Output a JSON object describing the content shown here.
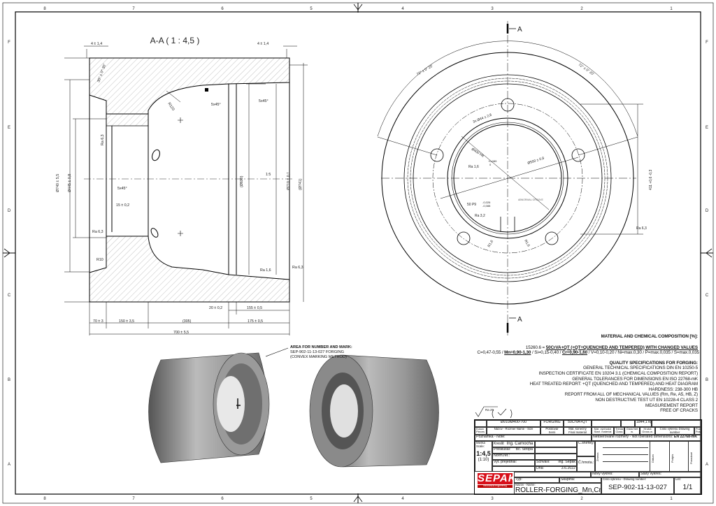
{
  "frame": {
    "zones_top": [
      "8",
      "7",
      "6",
      "5",
      "4",
      "3",
      "2",
      "1"
    ],
    "zones_side": [
      "F",
      "E",
      "D",
      "C",
      "B",
      "A"
    ]
  },
  "section_view": {
    "title": "A-A ( 1 : 4,5 )",
    "dims": {
      "chamfer_left": "4 ± 1,4",
      "chamfer_right": "4 ± 1,4",
      "angle": "30° ± 0° 30'",
      "r120": "R120",
      "c5x45_a": "5x45°",
      "c5x45_b": "5x45°",
      "c5x45_c": "5x45°",
      "d740": "Ø740 ± 5,5",
      "d445": "Ø445 ± 0,8",
      "d690": "(Ø690)",
      "d710": "Ø710 ± 0,1",
      "d741": "(Ø741)",
      "taper": "1:5",
      "w15": "15 ± 0,2",
      "r10": "R10",
      "ra63_a": "Ra 6,3",
      "ra63_b": "Ra 6,3",
      "ra63_c": "Ra 6,3",
      "ra16": "Ra 1,6",
      "w20": "20 ± 0,2",
      "w155": "155 ± 0,5",
      "w70": "70 ± 3",
      "w150": "150 ± 3,5",
      "w305": "(305)",
      "w175": "175 ± 0,5",
      "w700": "700 ± 5,5"
    }
  },
  "front_view": {
    "section_label_top": "A",
    "section_label_bottom": "A",
    "dims": {
      "angle_left": "72° ± 0° 20'",
      "angle_right": "72° ± 0° 20'",
      "holes": "3x Ø44 ± 2,8",
      "bore": "Ø400 H8",
      "bore_tol_upper": "+0,089",
      "bore_tol_lower": "0",
      "pcd": "Ø550 ± 0,8",
      "ra16": "Ra 1,6",
      "key": "50 P9",
      "key_tol_upper": "-0,026",
      "key_tol_lower": "-0,088",
      "groove": "ABNORMAL GROOVE",
      "ra32": "Ra 3,2",
      "r1a": "R1,6",
      "r1b": "R1,6",
      "h411": "411 +0,6 -0,3",
      "ra63": "Ra 6,3"
    }
  },
  "mark_note": {
    "title": "AREA FOR NUMBER AND MARK:",
    "line1": "SEP-902-11-13-027 FORGING",
    "line2": "(CONVEX MARKING METHOD)"
  },
  "notes": {
    "material_title": "MATERIAL AND CHEMICAL COMPOSITION [%]:",
    "material_prefix": "15260.6 = ",
    "material_line": "50CrVA+QT (+QT=QUENCHED AND TEMPERED) WITH CHANGED VALUES",
    "comp_1": "C=0,47-0,55 / ",
    "comp_mn": "Mn=0,90-1,30",
    "comp_2": " / Si=0,15-0,40 / ",
    "comp_cr": "Cr=0,90-1,60",
    "comp_3": " / V=0,10-0,20 / Ni=max.0,30 / P=max.0,035 / S=max.0,035",
    "quality_title": "QUALITY SPECIFICATIONS FOR FORGING:",
    "quality": [
      "GENERAL TECHNICAL SPECIFICATIONS DIN EN 10250-5",
      "INSPECTION CERTIFICATE EN 10204 3.1 (CHEMICAL COMPOSITION REPORT)",
      "GENERAL TOLERANCES FOR DIMENSIONS EN ISO 22768-mK",
      "HEAT TREATED REPORT: +QT (QUENCHED AND TEMPERED) AND HEAT DIAGRAM",
      "HARDNESS: 238-300 HB",
      "REPORT FROM ALL OF MECHANICAL VALUES (Rm, Re, A5, HB, Z)",
      "NON DESTRUCTIVE TEST UT EN 10228-4 CLASS 2",
      "MEASUREMENT REPORT",
      "FREE OF CRACKS"
    ],
    "general_roughness": "Ra 25"
  },
  "title_block": {
    "size": "Ø910/Ø400-700",
    "semi": "FORGING",
    "final_material": "50CrVA+QT",
    "net_weight": "1844,1 kg",
    "h_kusov": "Kusov Pieces",
    "h_size": "Názov - Rozmer Name - Size",
    "h_semi": "Polotovar Semi",
    "h_final": "Mat. konečný Final material",
    "h_start": "Mat. východzí Start. material",
    "h_class": "Trieda Class",
    "h_net": "Čistá Net w.",
    "h_gross": "Hrubá Gross w.",
    "h_drawing": "Číslo výkresu Drawing number",
    "h_pos": "Poz. Pos.",
    "note_label": "Poznámka - Note:",
    "untoleranced": "Netolerované rozmery - Not tolerated dimensions:",
    "untoleranced_std": "EN 22768-mK",
    "scale_label": "Mierka Scale:",
    "scale": "1:4,5",
    "scale_alt": "(1:10)",
    "drew_label": "Kreslil:",
    "drew": "Ing. Čarnocha",
    "checked_label": "Preskúšal:",
    "checked": "Bc. Stropa",
    "norm_label": "Norm.ref.:",
    "discussed_label": "Vyt. prejednal:",
    "approved_label": "Schválil:",
    "approved": "Ing. Šepák",
    "date_label": "Dňa:",
    "date": "3.6.2022",
    "cislo_label": "Č.snímky:",
    "cislo2_label": "Č.hmota.:",
    "zmena": "Zmena",
    "datum": "Dátum",
    "podpis": "Podpis",
    "poradove": "Poradové",
    "new_drawing": "Nový výkres:",
    "old_drawing": "Starý výkres:",
    "type_label": "Typ:",
    "group_label": "Skupina:",
    "name_label": "Názov - Name:",
    "name": "ROLLER-FORGING_Mn,Cr",
    "drawing_no_label": "Číslo výkresu - Drawing number:",
    "drawing_no": "SEP-902-11-13-027",
    "sheet_label": "List:",
    "sheet": "1/1",
    "logo": "SEPAK",
    "logo_sub": "mechanical engineering"
  }
}
